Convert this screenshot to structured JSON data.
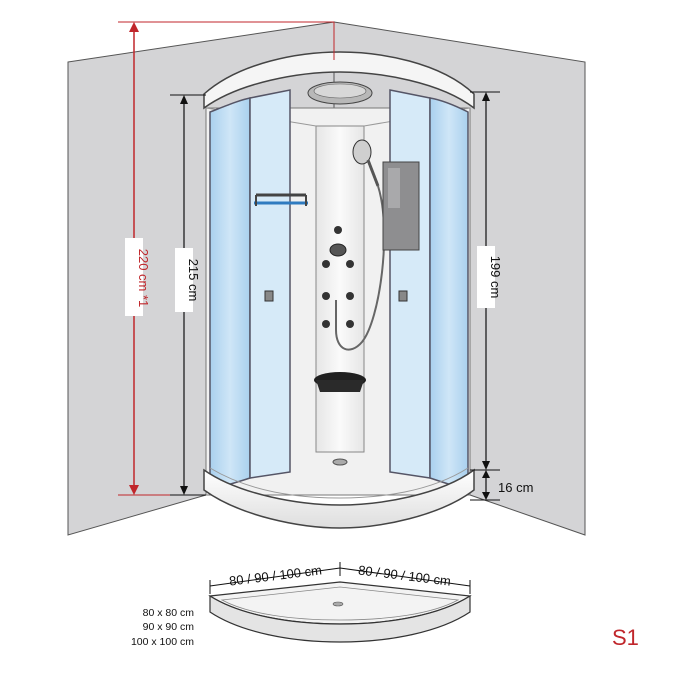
{
  "dimensions": {
    "total_height": "220 cm *1",
    "cabin_height": "215 cm",
    "door_height": "199 cm",
    "base_height": "16 cm",
    "side_a": "80 / 90 / 100 cm",
    "side_b": "80 / 90 / 100 cm"
  },
  "sizes": [
    "80 x 80 cm",
    "90 x 90 cm",
    "100 x 100 cm"
  ],
  "model_code": "S1",
  "colors": {
    "accent_red": "#c0262b",
    "wall_gray": "#d4d4d6",
    "glass_blue": "#bcdcf3",
    "panel_white": "#f4f4f4"
  },
  "icons": [
    "rain-shower-head-icon",
    "hand-shower-icon",
    "body-jet-icon",
    "shelf-icon",
    "seat-icon",
    "mirror-icon"
  ]
}
